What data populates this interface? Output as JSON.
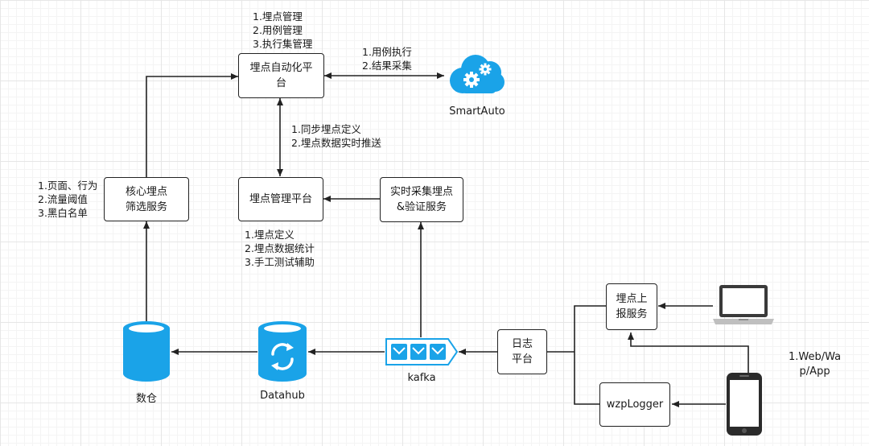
{
  "nodes": {
    "automation_platform": "埋点自动化平\n台",
    "management_platform": "埋点管理平台",
    "realtime_service": "实时采集埋点\n&验证服务",
    "core_filter": "核心埋点\n筛选服务",
    "report_service": "埋点上\n报服务",
    "log_platform": "日志\n平台",
    "wzp_logger": "wzpLogger"
  },
  "notes": {
    "automation_functions": "1.埋点管理\n2.用例管理\n3.执行集管理",
    "smartauto_link": "1.用例执行\n2.结果采集",
    "sync_link": "1.同步埋点定义\n2.埋点数据实时推送",
    "core_criteria": "1.页面、行为\n2.流量阈值\n3.黑白名单",
    "management_functions": "1.埋点定义\n2.埋点数据统计\n3.手工测试辅助",
    "clients": "1.Web/Wa\np/App"
  },
  "captions": {
    "smartauto": "SmartAuto",
    "warehouse": "数仓",
    "datahub": "Datahub",
    "kafka": "kafka"
  },
  "icons": {
    "smartauto": "cloud-gears-icon",
    "warehouse": "database-icon",
    "datahub": "sync-database-icon",
    "kafka": "message-queue-icon",
    "laptop": "laptop-icon",
    "phone": "smartphone-icon"
  },
  "colors": {
    "accent": "#1aa3e8",
    "line": "#222222"
  }
}
